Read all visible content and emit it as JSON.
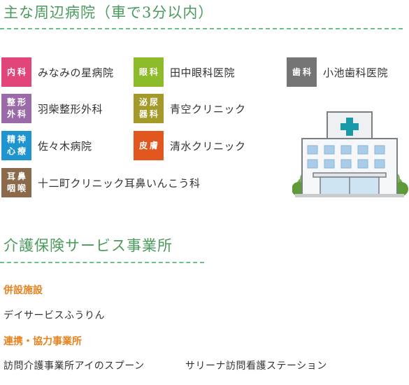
{
  "section1": {
    "title": "主な周辺病院（車で3分以内）"
  },
  "hospitals": [
    {
      "badge": "内科",
      "badge2": "",
      "name": "みなみの星病院",
      "color": "#e2457a"
    },
    {
      "badge": "眼科",
      "badge2": "",
      "name": "田中眼科医院",
      "color": "#8dbb2a"
    },
    {
      "badge": "歯科",
      "badge2": "",
      "name": "小池歯科医院",
      "color": "#757575"
    },
    {
      "badge": "整形",
      "badge2": "外科",
      "name": "羽柴整形外科",
      "color": "#9b6aa8"
    },
    {
      "badge": "泌尿",
      "badge2": "器科",
      "name": "青空クリニック",
      "color": "#a39a2a"
    },
    {
      "badge": "精神",
      "badge2": "心療",
      "name": "佐々木病院",
      "color": "#1e95cf"
    },
    {
      "badge": "皮膚",
      "badge2": "",
      "name": "清水クリニック",
      "color": "#e2561f"
    },
    {
      "badge": "耳鼻",
      "badge2": "咽喉",
      "name": "十二町クリニック耳鼻いんこう科",
      "color": "#8a6a4a"
    }
  ],
  "illustration": {
    "icon": "hospital-building-icon",
    "cross_color": "#1a9aa8"
  },
  "section2": {
    "title": "介護保険サービス事業所",
    "adjacent": {
      "label": "併設施設",
      "items": [
        "デイサービスふうりん"
      ]
    },
    "partner": {
      "label": "連携・協力事業所",
      "items": [
        "訪問介護事業所アイのスプーン",
        "サリーナ訪問看護ステーション"
      ]
    }
  }
}
